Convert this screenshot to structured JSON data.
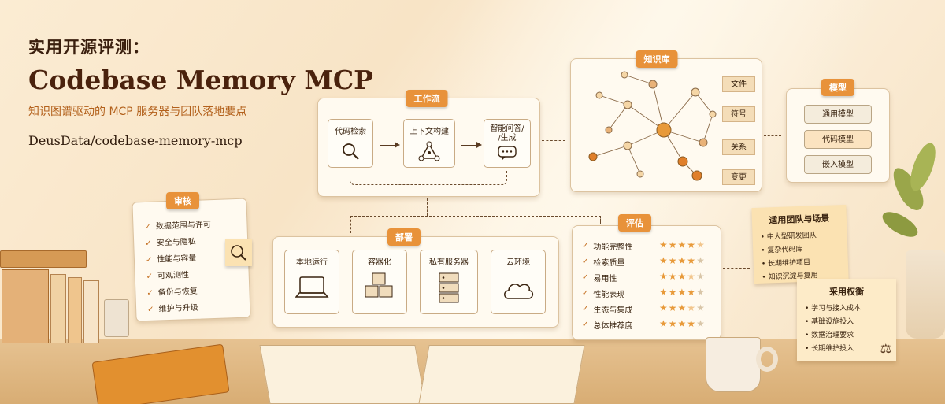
{
  "header": {
    "kicker": "实用开源评测：",
    "title": "Codebase Memory MCP",
    "subtitle": "知识图谱驱动的 MCP 服务器与团队落地要点",
    "repo": "DeusData/codebase-memory-mcp"
  },
  "workflow": {
    "tag": "工作流",
    "steps": [
      {
        "label": "代码检索",
        "icon": "magnifier-icon"
      },
      {
        "label": "上下文构建",
        "icon": "graph-triangle-icon"
      },
      {
        "label": "智能问答/\n/生成",
        "icon": "chat-bubble-icon"
      }
    ]
  },
  "knowledge_base": {
    "tag": "知识库",
    "tags": [
      "文件",
      "符号",
      "关系",
      "变更"
    ]
  },
  "models": {
    "tag": "模型",
    "items": [
      "通用模型",
      "代码模型",
      "嵌入模型"
    ]
  },
  "review": {
    "tag": "审核",
    "items": [
      "数据范围与许可",
      "安全与隐私",
      "性能与容量",
      "可观测性",
      "备份与恢复",
      "维护与升级"
    ]
  },
  "deploy": {
    "tag": "部署",
    "options": [
      {
        "label": "本地运行",
        "icon": "laptop-icon"
      },
      {
        "label": "容器化",
        "icon": "cubes-icon"
      },
      {
        "label": "私有服务器",
        "icon": "server-icon"
      },
      {
        "label": "云环境",
        "icon": "cloud-icon"
      }
    ]
  },
  "evaluation": {
    "tag": "评估",
    "rows": [
      {
        "label": "功能完整性",
        "rating": 4.5
      },
      {
        "label": "检索质量",
        "rating": 4
      },
      {
        "label": "易用性",
        "rating": 3.5
      },
      {
        "label": "性能表现",
        "rating": 4
      },
      {
        "label": "生态与集成",
        "rating": 3.5
      },
      {
        "label": "总体推荐度",
        "rating": 4
      }
    ]
  },
  "scenarios": {
    "title": "适用团队与场景",
    "items": [
      "中大型研发团队",
      "复杂代码库",
      "长期维护项目",
      "知识沉淀与复用"
    ]
  },
  "tradeoffs": {
    "title": "采用权衡",
    "items": [
      "学习与接入成本",
      "基础设施投入",
      "数据治理要求",
      "长期维护投入"
    ]
  },
  "colors": {
    "accent": "#e8923a",
    "text_dark": "#4a220d",
    "subtitle": "#b3611c",
    "paper": "#fffaf0"
  }
}
